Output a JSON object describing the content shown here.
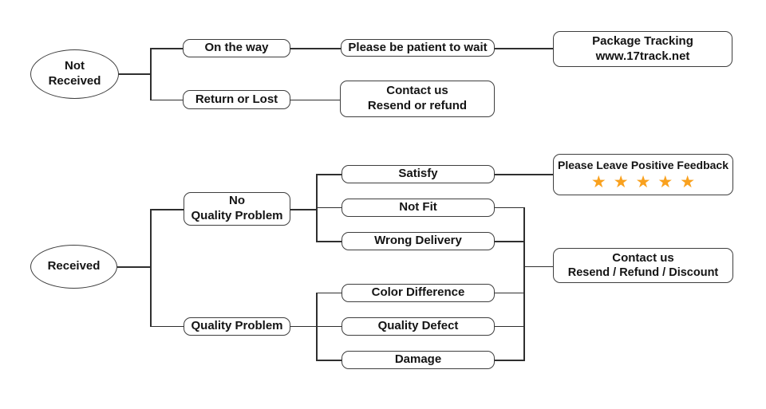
{
  "diagram": {
    "colors": {
      "background": "#ffffff",
      "line": "#2f2f2f",
      "node_border": "#3e3e3e",
      "text": "#141414",
      "star": "#F9A11E"
    }
  },
  "nodes": {
    "not_received": {
      "line1": "Not",
      "line2": "Received"
    },
    "on_the_way": {
      "label": "On the way"
    },
    "return_or_lost": {
      "label": "Return or Lost"
    },
    "be_patient": {
      "label": "Please be patient to wait"
    },
    "package_tracking": {
      "line1": "Package Tracking",
      "line2": "www.17track.net"
    },
    "contact_resend_refund": {
      "line1": "Contact us",
      "line2": "Resend or refund"
    },
    "received": {
      "label": "Received"
    },
    "no_quality_problem": {
      "line1": "No",
      "line2": "Quality Problem"
    },
    "quality_problem": {
      "label": "Quality Problem"
    },
    "satisfy": {
      "label": "Satisfy"
    },
    "not_fit": {
      "label": "Not Fit"
    },
    "wrong_delivery": {
      "label": "Wrong Delivery"
    },
    "color_difference": {
      "label": "Color Difference"
    },
    "quality_defect": {
      "label": "Quality Defect"
    },
    "damage": {
      "label": "Damage"
    },
    "positive_feedback": {
      "line1": "Please Leave Positive Feedback",
      "star": "★",
      "star_count": 5
    },
    "contact_resend_refund_discount": {
      "line1": "Contact us",
      "line2": "Resend / Refund / Discount"
    }
  },
  "edges": [
    [
      "not_received",
      "on_the_way"
    ],
    [
      "not_received",
      "return_or_lost"
    ],
    [
      "on_the_way",
      "be_patient"
    ],
    [
      "be_patient",
      "package_tracking"
    ],
    [
      "return_or_lost",
      "contact_resend_refund"
    ],
    [
      "received",
      "no_quality_problem"
    ],
    [
      "received",
      "quality_problem"
    ],
    [
      "no_quality_problem",
      "satisfy"
    ],
    [
      "no_quality_problem",
      "not_fit"
    ],
    [
      "no_quality_problem",
      "wrong_delivery"
    ],
    [
      "quality_problem",
      "color_difference"
    ],
    [
      "quality_problem",
      "quality_defect"
    ],
    [
      "quality_problem",
      "damage"
    ],
    [
      "satisfy",
      "positive_feedback"
    ],
    [
      "not_fit",
      "contact_resend_refund_discount"
    ],
    [
      "wrong_delivery",
      "contact_resend_refund_discount"
    ],
    [
      "color_difference",
      "contact_resend_refund_discount"
    ],
    [
      "quality_defect",
      "contact_resend_refund_discount"
    ],
    [
      "damage",
      "contact_resend_refund_discount"
    ]
  ]
}
